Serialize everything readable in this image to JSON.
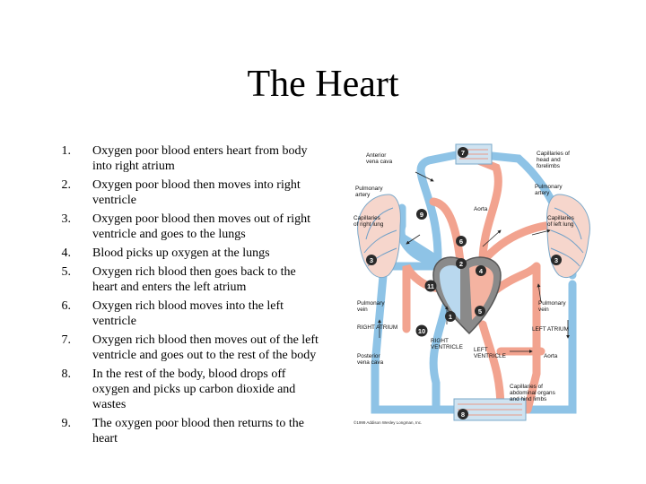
{
  "title": "The Heart",
  "steps": [
    {
      "num": "1.",
      "text": "Oxygen poor blood enters heart from body into right atrium"
    },
    {
      "num": "2.",
      "text": "Oxygen poor blood then moves into right ventricle"
    },
    {
      "num": "3.",
      "text": "Oxygen poor blood then moves out of right ventricle and goes to the lungs"
    },
    {
      "num": "4.",
      "text": "Blood picks up oxygen at the lungs"
    },
    {
      "num": "5.",
      "text": "Oxygen rich blood then goes back to the heart and enters the left atrium"
    },
    {
      "num": "6.",
      "text": "Oxygen rich blood moves into the left ventricle"
    },
    {
      "num": "7.",
      "text": "Oxygen rich blood then moves out of the left ventricle and goes out to the rest of the body"
    },
    {
      "num": "8.",
      "text": "In the rest of the body, blood drops off oxygen and picks up carbon dioxide and wastes"
    },
    {
      "num": "9.",
      "text": "The oxygen poor blood then returns to the heart"
    }
  ],
  "diagram": {
    "labels": {
      "anterior_vena_cava": [
        "Anterior",
        "vena cava"
      ],
      "capillaries_head": [
        "Capillaries of",
        "head and",
        "forelimbs"
      ],
      "pulmonary_artery_left": [
        "Pulmonary",
        "artery"
      ],
      "pulmonary_artery_right": [
        "Pulmonary",
        "artery"
      ],
      "aorta_top": "Aorta",
      "capillaries_right_lung": [
        "Capillaries",
        "of right lung"
      ],
      "capillaries_left_lung": [
        "Capillaries",
        "of left lung"
      ],
      "pulmonary_vein_left": [
        "Pulmonary",
        "vein"
      ],
      "pulmonary_vein_right": [
        "Pulmonary",
        "vein"
      ],
      "right_atrium": "RIGHT ATRIUM",
      "left_atrium": "LEFT ATRIUM",
      "right_ventricle": [
        "RIGHT",
        "VENTRICLE"
      ],
      "left_ventricle": [
        "LEFT",
        "VENTRICLE"
      ],
      "posterior_vena_cava": [
        "Posterior",
        "vena cava"
      ],
      "aorta_bottom": "Aorta",
      "capillaries_abdominal": [
        "Capillaries of",
        "abdominal organs",
        "and hind limbs"
      ]
    },
    "numbers": [
      "7",
      "9",
      "6",
      "3",
      "2",
      "4",
      "3",
      "11",
      "1",
      "5",
      "10",
      "8"
    ],
    "copyright": "©1999 Addison Wesley Longman, Inc.",
    "colors": {
      "oxygen_poor": "#8ec3e6",
      "oxygen_rich": "#f2a38f",
      "heart_muscle": "#8a8a8a",
      "step_marker": "#2a2a2a"
    }
  }
}
